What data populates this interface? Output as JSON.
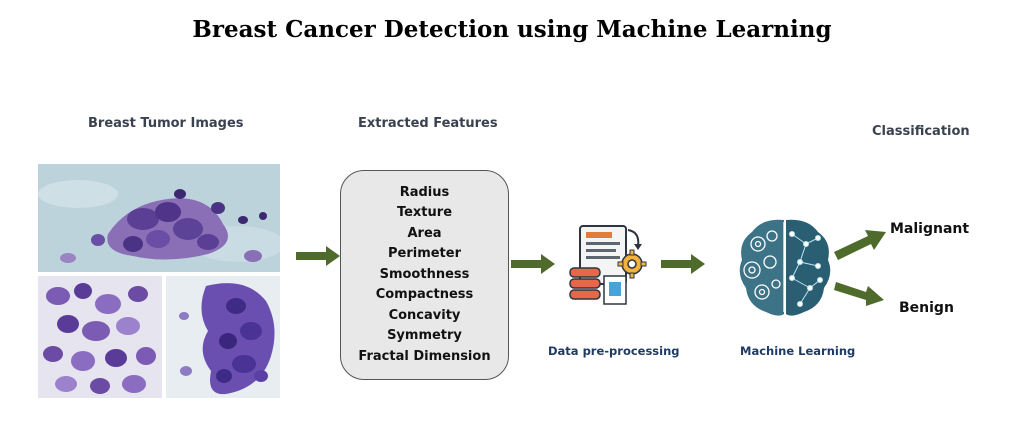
{
  "title": "Breast Cancer Detection using Machine Learning",
  "headings": {
    "images": "Breast Tumor Images",
    "features": "Extracted Features",
    "classification": "Classification"
  },
  "features": [
    "Radius",
    "Texture",
    "Area",
    "Perimeter",
    "Smoothness",
    "Compactness",
    "Concavity",
    "Symmetry",
    "Fractal Dimension"
  ],
  "labels": {
    "preprocessing": "Data pre-processing",
    "machine_learning": "Machine Learning"
  },
  "outcomes": {
    "malignant": "Malignant",
    "benign": "Benign"
  },
  "colors": {
    "arrow": "#4e6b2b",
    "cell_stain": "#6b4ba3",
    "feature_box": "#e8e8e8",
    "label_blue": "#203a63",
    "brain": "#2a5f73"
  },
  "icons": {
    "preprocessing": "document-gear-database-icon",
    "machine_learning": "brain-circuit-gear-icon"
  }
}
